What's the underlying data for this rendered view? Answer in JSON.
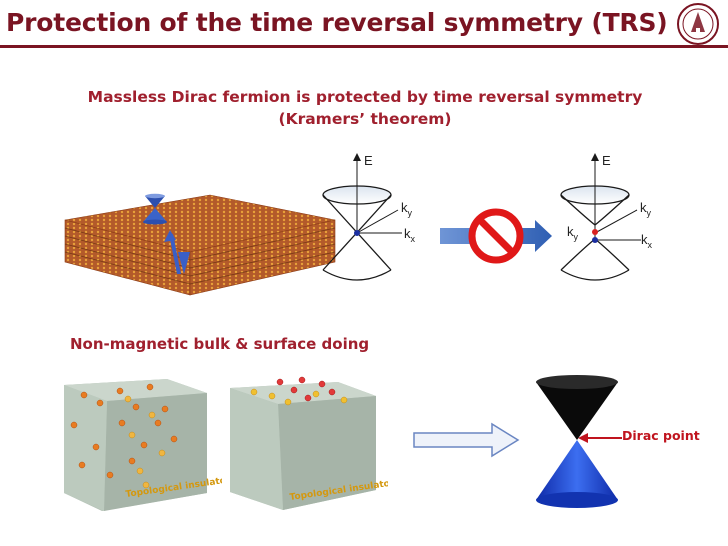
{
  "slide": {
    "title": "Protection of the time reversal symmetry (TRS)",
    "subtitle_line1": "Massless Dirac fermion is protected by time reversal symmetry",
    "subtitle_line2": "(Kramers’ theorem)",
    "subtitle_bottom": "Non-magnetic bulk & surface doing"
  },
  "cones": {
    "left": {
      "axis_e": "E",
      "axis_ky": "k",
      "axis_ky_sub": "y",
      "axis_kx": "k",
      "axis_kx_sub": "x"
    },
    "right": {
      "axis_e": "E",
      "axis_ky": "k",
      "axis_ky_sub": "y",
      "axis_ky2": "k",
      "axis_ky2_sub": "y",
      "axis_kx": "k",
      "axis_kx_sub": "x"
    }
  },
  "cubes": {
    "left_label": "Topological insulator",
    "right_label": "Topological insulator"
  },
  "dirac": {
    "label": "Dirac point"
  },
  "colors": {
    "title": "#7a1422",
    "accent": "#a0202e",
    "arrow": "#3f6fbd",
    "dirac_label": "#c0141e"
  }
}
